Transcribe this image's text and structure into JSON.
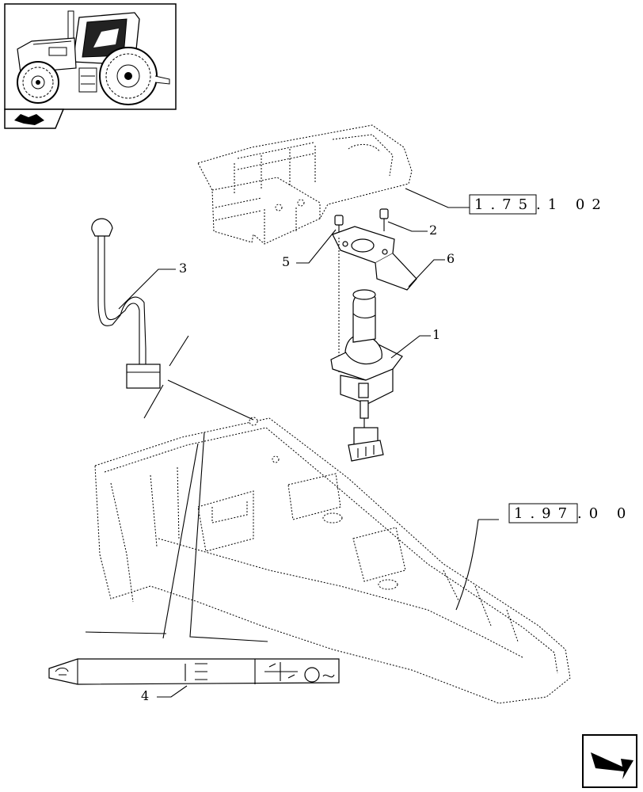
{
  "callouts": {
    "c1": "1",
    "c2": "2",
    "c3": "3",
    "c4": "4",
    "c5": "5",
    "c6": "6"
  },
  "references": {
    "ref_a_boxed": "1.75",
    "ref_a_rest": ".1 02",
    "ref_b_boxed": "1.97",
    "ref_b_rest": ".0 0"
  },
  "icons": {
    "thumbnail": "tractor-thumbnail-icon",
    "section": "section-tab-icon",
    "nav": "next-page-arrow-icon"
  }
}
